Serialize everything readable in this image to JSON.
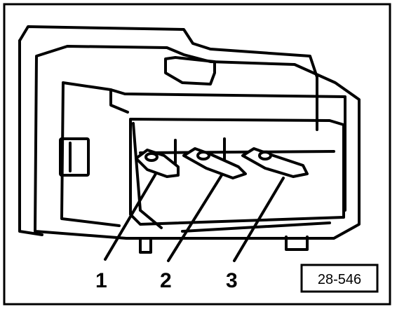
{
  "diagram": {
    "subject": "three-pin-connector-icon",
    "callouts": [
      {
        "label": "1"
      },
      {
        "label": "2"
      },
      {
        "label": "3"
      }
    ],
    "reference_code": "28-546",
    "colors": {
      "ink": "#000000",
      "paper": "#ffffff"
    }
  }
}
